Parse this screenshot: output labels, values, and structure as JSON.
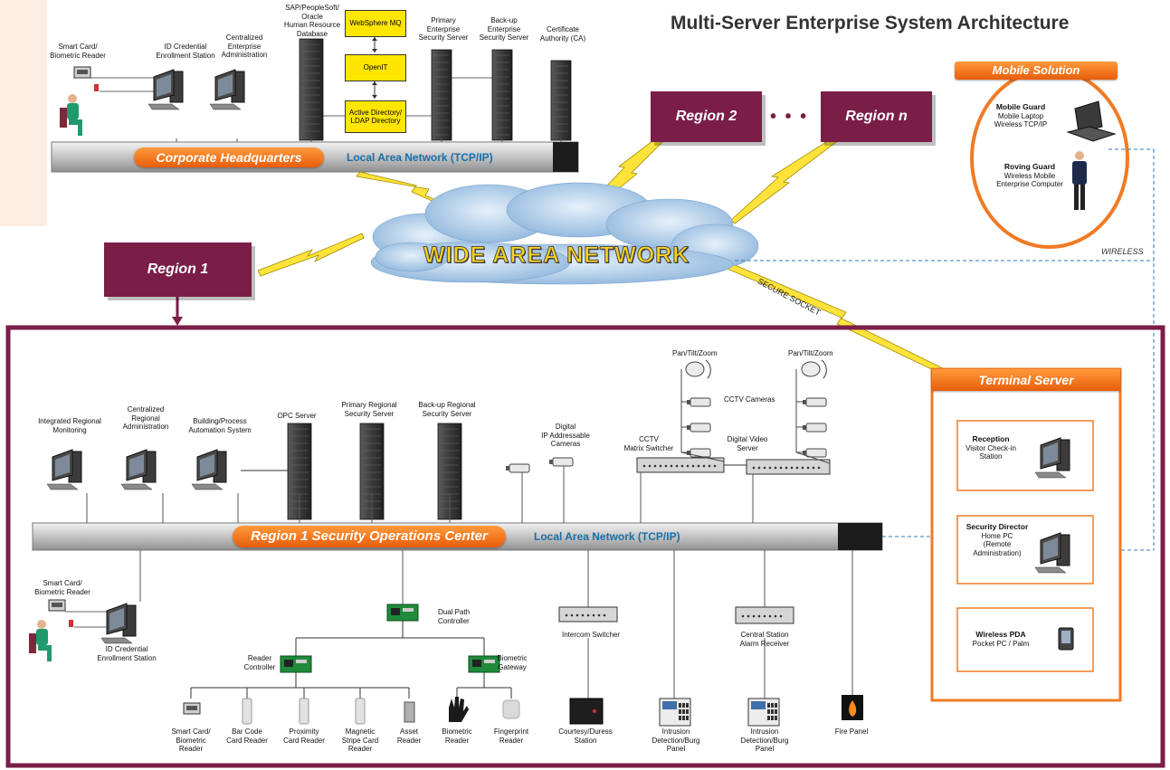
{
  "title": "Multi-Server Enterprise System Architecture",
  "hq": {
    "banner": "Corporate Headquarters",
    "lan": "Local Area Network (TCP/IP)",
    "smart_card": "Smart Card/\nBiometric Reader",
    "id_enroll": "ID Credential\nEnrollment Station",
    "central_admin": "Centralized\nEnterprise\nAdministration",
    "hr_db": "SAP/PeopleSoft/\nOracle\nHuman Resource\nDatabase",
    "websphere": "WebSphere\nMQ",
    "openit": "OpenIT",
    "ldap": "Active Directory/\nLDAP Directory",
    "primary_server": "Primary\nEnterprise\nSecurity Server",
    "backup_server": "Back-up\nEnterprise\nSecurity Server",
    "ca": "Certificate\nAuthority (CA)"
  },
  "regions": {
    "r1": "Region 1",
    "r2": "Region 2",
    "rn": "Region n",
    "dots": "• • •"
  },
  "wan": "WIDE AREA NETWORK",
  "wireless": "WIRELESS",
  "secure_socket": "SECURE SOCKET",
  "mobile": {
    "banner": "Mobile Solution",
    "guard_title": "Mobile Guard",
    "guard_sub": "Mobile Laptop\nWireless TCP/IP",
    "roving_title": "Roving Guard",
    "roving_sub": "Wireless Mobile\nEnterprise Computer"
  },
  "terminal": {
    "banner": "Terminal Server",
    "reception_title": "Reception",
    "reception_sub": "Visitor Check-in\nStation",
    "director_title": "Security Director",
    "director_sub": "Home PC\n(Remote\nAdministration)",
    "pda_title": "Wireless PDA",
    "pda_sub": "Pocket PC / Palm"
  },
  "soc": {
    "banner": "Region 1 Security Operations Center",
    "lan": "Local Area Network (TCP/IP)",
    "integrated": "Integrated Regional\nMonitoring",
    "central_admin": "Centralized\nRegional\nAdministration",
    "building": "Building/Process\nAutomation System",
    "opc": "OPC Server",
    "primary": "Primary Regional\nSecurity Server",
    "backup": "Back-up Regional\nSecurity Server",
    "ip_cameras": "Digital\nIP Addressable\nCameras",
    "cctv_switcher": "CCTV\nMatrix Switcher",
    "dvs": "Digital Video\nServer",
    "cctv_cameras": "CCTV Cameras",
    "ptz1": "Pan/Tilt/Zoom",
    "ptz2": "Pan/Tilt/Zoom",
    "smart_card": "Smart Card/\nBiometric Reader",
    "id_enroll": "ID Credential\nEnrollment Station",
    "dual_path": "Dual Path\nController",
    "reader_ctrl": "Reader\nController",
    "bio_gateway": "Biometric\nGateway",
    "leaf_smart": "Smart Card/\nBiometric\nReader",
    "leaf_barcode": "Bar Code\nCard Reader",
    "leaf_prox": "Proximity\nCard Reader",
    "leaf_mag": "Magnetic\nStripe Card\nReader",
    "leaf_asset": "Asset\nReader",
    "leaf_bio": "Biometric\nReader",
    "leaf_finger": "Fingerprint\nReader",
    "intercom": "Intercom  Switcher",
    "courtesy": "Courtesy/Duress\nStation",
    "intrusion1": "Intrusion\nDetection/Burg\nPanel",
    "central_station": "Central  Station\nAlarm  Receiver",
    "intrusion2": "Intrusion\nDetection/Burg\nPanel",
    "fire": "Fire Panel"
  },
  "colors": {
    "region": "#7a1e48",
    "orange": "#f07b25",
    "lan_text": "#1a6fa8",
    "wan_text": "#ffd51c",
    "lightning": "#ffe33a"
  }
}
